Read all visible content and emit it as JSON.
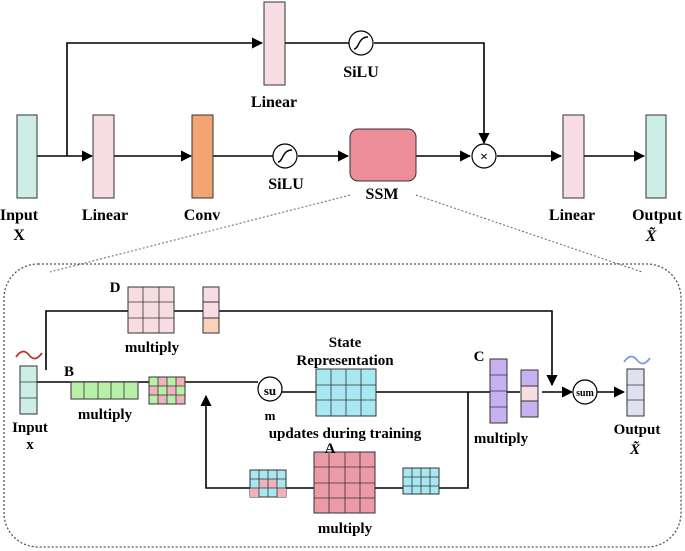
{
  "top": {
    "input_label": "Input",
    "input_var": "X",
    "linear1_label": "Linear",
    "conv_label": "Conv",
    "silu1_label": "SiLU",
    "ssm_label": "SSM",
    "linear_gate_label": "Linear",
    "silu_gate_label": "SiLU",
    "multiply_symbol": "×",
    "linear_out_label": "Linear",
    "output_label": "Output",
    "output_var": "X̃"
  },
  "detail": {
    "input_label": "Input",
    "input_var": "x",
    "b_label": "B",
    "multiply_b": "multiply",
    "d_label": "D",
    "multiply_d": "multiply",
    "sum_left_1": "su",
    "sum_left_2": "m",
    "state_label_1": "State",
    "state_label_2": "Representation",
    "updates_label": "updates during training",
    "a_label": "A",
    "multiply_a": "multiply",
    "c_label": "C",
    "multiply_c": "multiply",
    "sum_right": "sum",
    "output_label": "Output",
    "output_var": "X̃"
  },
  "colors": {
    "teal": "#cdeee6",
    "pink_light": "#f7dde3",
    "orange": "#f2a573",
    "ssm": "#ec8d99",
    "cyan": "#a8e8f2",
    "green": "#b9f0a8",
    "purple": "#c7b1f0",
    "pink_grid": "#f0b3bd",
    "peach": "#fbd2bb"
  }
}
